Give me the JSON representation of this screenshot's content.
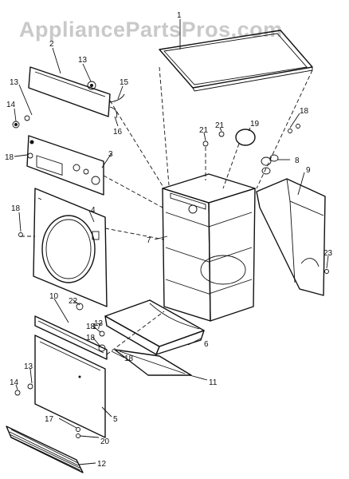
{
  "watermark": "AppliancePartsPros.com",
  "callouts": {
    "c1": "1",
    "c2": "2",
    "c3": "3",
    "c4": "4",
    "c5": "5",
    "c6": "6",
    "c7": "7",
    "c8": "8",
    "c9": "9",
    "c10": "10",
    "c11": "11",
    "c12": "12",
    "c13a": "13",
    "c13b": "13",
    "c13c": "13",
    "c13d": "13",
    "c14a": "14",
    "c14b": "14",
    "c15": "15",
    "c16": "16",
    "c17a": "17",
    "c17b": "17",
    "c18a": "18",
    "c18b": "18",
    "c18c": "18",
    "c18d": "18",
    "c18e": "18",
    "c19": "19",
    "c20": "20",
    "c21a": "21",
    "c21b": "21",
    "c22": "22",
    "c23": "23"
  }
}
